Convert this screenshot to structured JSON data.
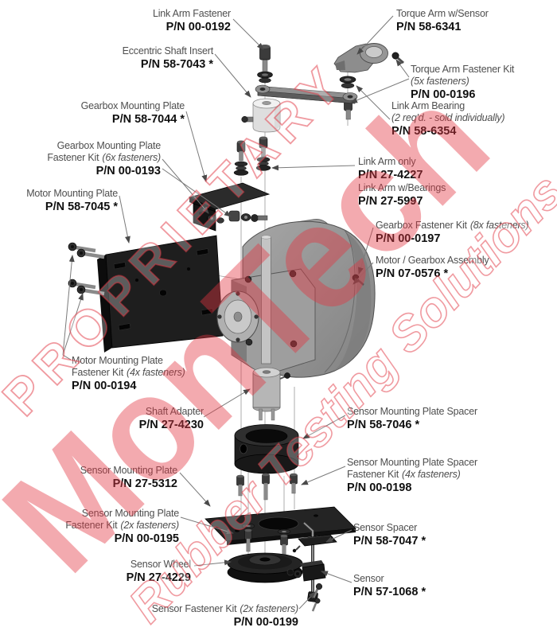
{
  "watermark": {
    "line1": "PROPRIETARY",
    "line2": "MonTech",
    "line3": "Rubber Testing Solutions",
    "color": "#e23541"
  },
  "labels": {
    "link_arm_fastener": {
      "name": "Link Arm Fastener",
      "pn": "P/N 00-0192"
    },
    "torque_arm_w_sensor": {
      "name": "Torque Arm w/Sensor",
      "pn": "P/N 58-6341"
    },
    "eccentric_shaft_insert": {
      "name": "Eccentric Shaft Insert",
      "pn": "P/N 58-7043 *"
    },
    "torque_arm_fastener_kit": {
      "name": "Torque Arm Fastener Kit",
      "qty": "(5x fasteners)",
      "pn": "P/N 00-0196"
    },
    "link_arm_bearing": {
      "name": "Link Arm Bearing",
      "qty": "(2 req'd. - sold individually)",
      "pn": "P/N 58-6354"
    },
    "gearbox_mounting_plate": {
      "name": "Gearbox Mounting Plate",
      "pn": "P/N 58-7044 *"
    },
    "gearbox_mounting_plate_fastener_kit": {
      "name": "Gearbox Mounting Plate",
      "name2": "Fastener Kit",
      "qty": "(6x fasteners)",
      "pn": "P/N 00-0193"
    },
    "motor_mounting_plate": {
      "name": "Motor Mounting Plate",
      "pn": "P/N 58-7045 *"
    },
    "link_arm": {
      "name": "Link Arm only",
      "pn": "P/N 27-4227",
      "name2": "Link Arm w/Bearings",
      "pn2": "P/N 27-5997"
    },
    "gearbox_fastener_kit": {
      "name": "Gearbox Fastener Kit",
      "qty": "(8x fasteners)",
      "pn": "P/N 00-0197"
    },
    "motor_gearbox_assembly": {
      "name": "Motor / Gearbox Assembly",
      "pn": "P/N 07-0576 *"
    },
    "motor_mounting_plate_fastener_kit": {
      "name": "Motor Mounting Plate",
      "name2": "Fastener Kit",
      "qty": "(4x fasteners)",
      "pn": "P/N 00-0194"
    },
    "shaft_adapter": {
      "name": "Shaft Adapter",
      "pn": "P/N 27-4230"
    },
    "sensor_mounting_plate_spacer": {
      "name": "Sensor Mounting Plate Spacer",
      "pn": "P/N 58-7046 *"
    },
    "sensor_mounting_plate_spacer_fastener_kit": {
      "name": "Sensor Mounting Plate Spacer",
      "name2": "Fastener Kit",
      "qty": "(4x fasteners)",
      "pn": "P/N 00-0198"
    },
    "sensor_mounting_plate": {
      "name": "Sensor Mounting Plate",
      "pn": "P/N 27-5312"
    },
    "sensor_mounting_plate_fastener_kit": {
      "name": "Sensor Mounting Plate",
      "name2": "Fastener Kit",
      "qty": "(2x fasteners)",
      "pn": "P/N 00-0195"
    },
    "sensor_wheel": {
      "name": "Sensor Wheel",
      "pn": "P/N 27-4229"
    },
    "sensor_spacer": {
      "name": "Sensor Spacer",
      "pn": "P/N 58-7047 *"
    },
    "sensor": {
      "name": "Sensor",
      "pn": "P/N 57-1068 *"
    },
    "sensor_fastener_kit": {
      "name": "Sensor Fastener Kit",
      "qty": "(2x fasteners)",
      "pn": "P/N 00-0199"
    }
  }
}
